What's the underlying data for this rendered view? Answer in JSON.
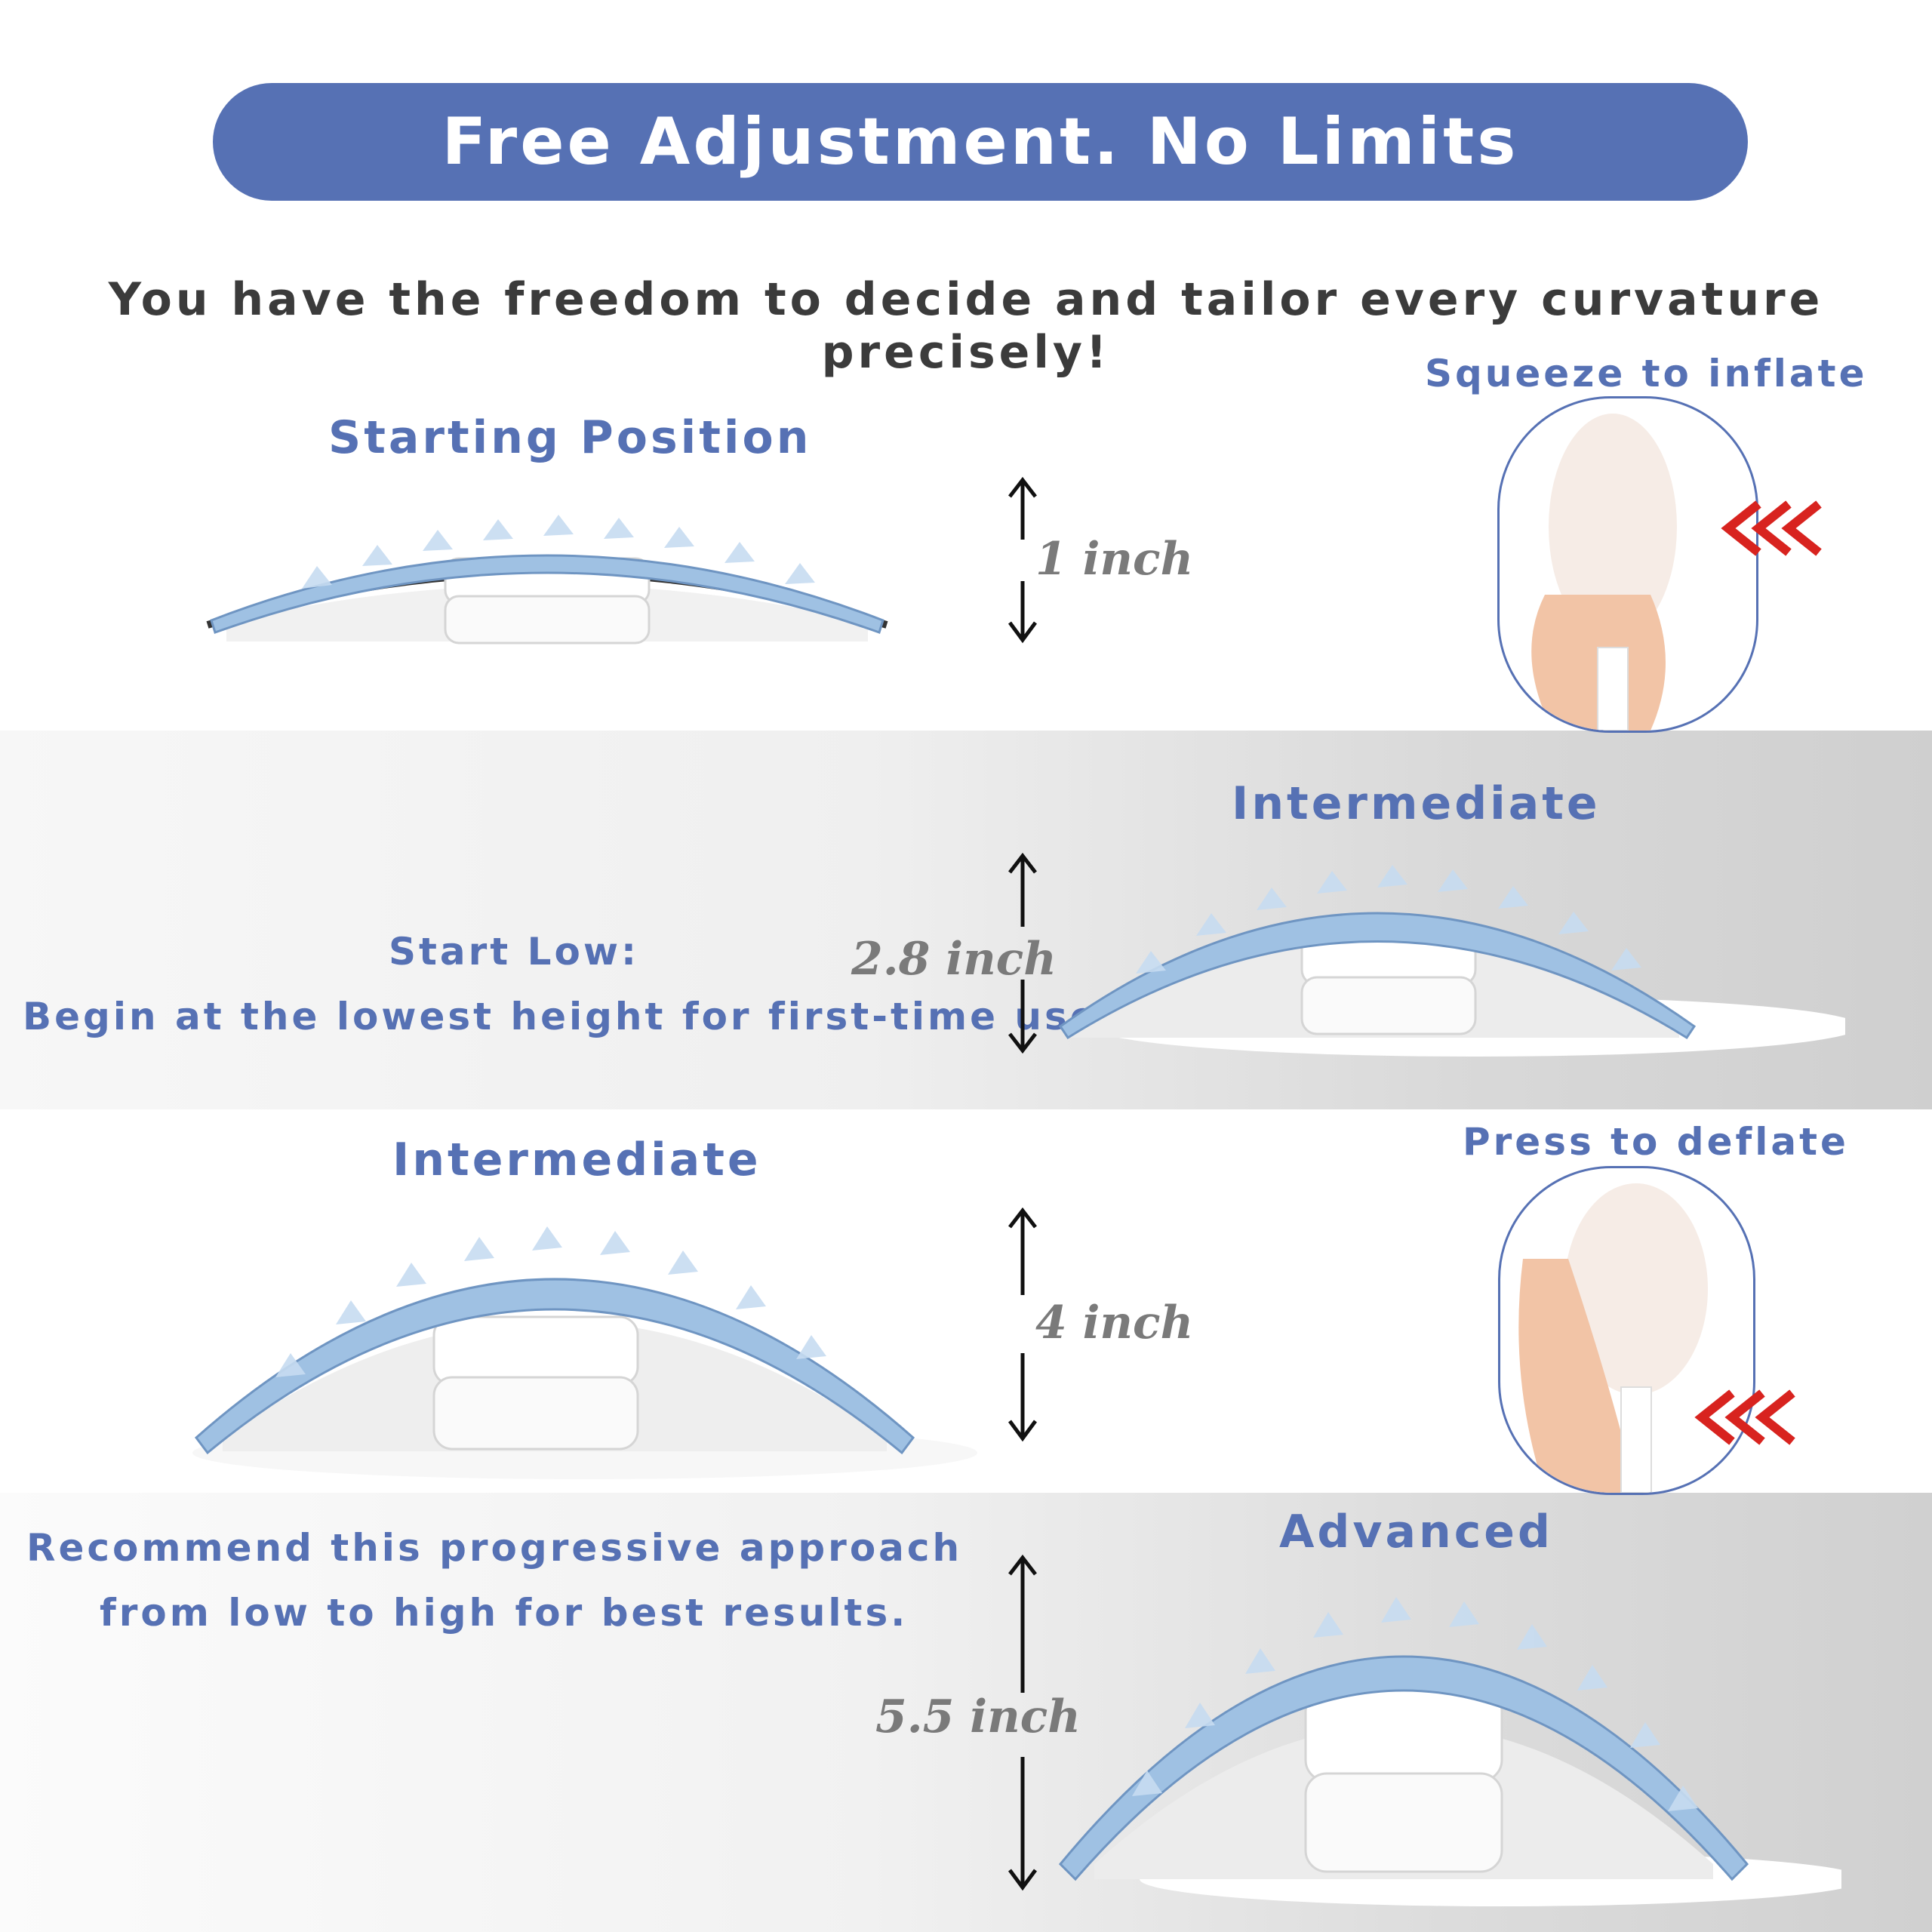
{
  "title": "Free Adjustment. No Limits",
  "subtitle": "You have the freedom to decide and tailor every curvature precisely!",
  "sections": [
    {
      "label": "Starting Position",
      "height": "1 inch"
    },
    {
      "label": "Intermediate",
      "height": "2.8 inch"
    },
    {
      "label": "Intermediate",
      "height": "4 inch"
    },
    {
      "label": "Advanced",
      "height": "5.5 inch"
    }
  ],
  "inflate_caption": "Squeeze to inflate",
  "deflate_caption": "Press to deflate",
  "tip_start": {
    "line1": "Start Low:",
    "line2": "Begin at the lowest height for first-time use"
  },
  "tip_progress": {
    "line1": "Recommend this progressive approach",
    "line2": "from low to high for best results."
  },
  "colors": {
    "accent": "#5671b4",
    "device_blue": "#9fc1e3",
    "arrow_red": "#d8231f"
  }
}
